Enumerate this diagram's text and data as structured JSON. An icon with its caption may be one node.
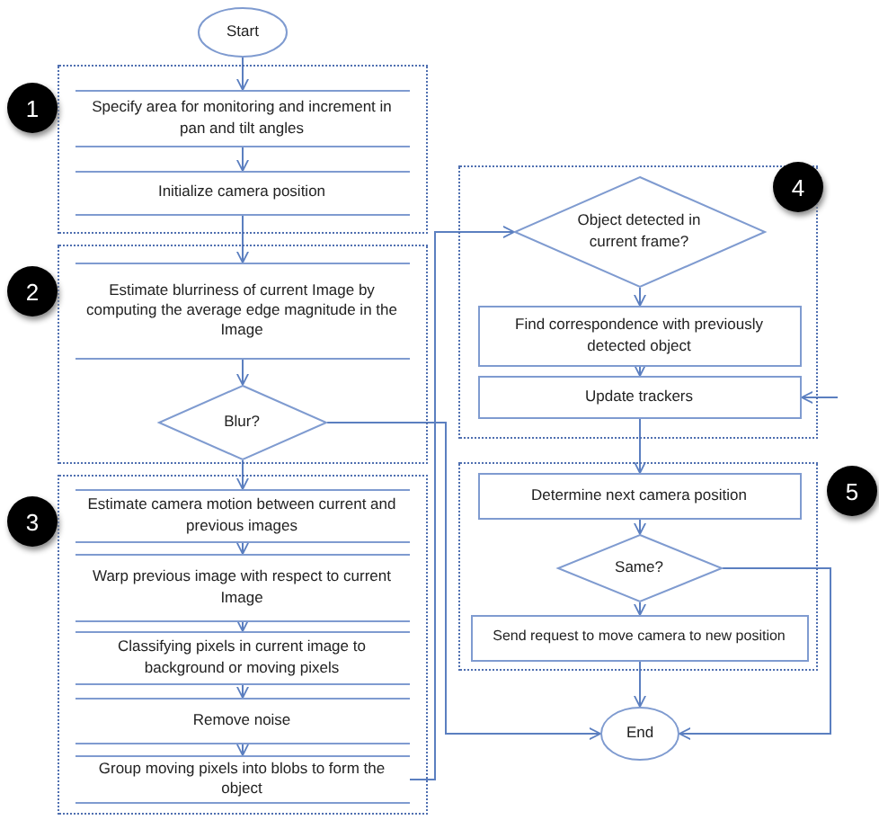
{
  "diagram": {
    "nodes": [
      {
        "text": [
          "Start"
        ]
      },
      {
        "text": [],
        "shape": "box"
      },
      {
        "text": [
          "Specify area for monitoring and increment in pan and tilt angles"
        ],
        "in": 1
      },
      {
        "text": [
          "Initialize camera position"
        ],
        "in": 1
      },
      {
        "text": [],
        "shape": "box"
      },
      {
        "text": [
          "Estimate blurriness of current Image by computing the average edge magnitude in the Image"
        ],
        "in": 4
      },
      {
        "text": [
          "Blur?"
        ],
        "in": 4
      },
      {
        "text": [],
        "shape": "box"
      },
      {
        "text": [
          "Estimate camera motion between current and previous images"
        ],
        "in": 7
      },
      {
        "text": [
          "Warp previous image with respect to current Image"
        ],
        "in": 7
      },
      {
        "text": [
          "Classifying pixels in current image to background or moving pixels"
        ],
        "in": 7
      },
      {
        "text": [
          "Remove noise"
        ],
        "in": 7
      },
      {
        "text": [
          "Group moving pixels into blobs to form the object"
        ],
        "in": 7
      },
      {
        "text": [],
        "shape": "box"
      },
      {
        "text": [
          "Object detected in current frame?"
        ],
        "in": 13
      },
      {
        "text": [
          "Find correspondence with previously detected object"
        ],
        "in": 13
      },
      {
        "text": [
          "Update trackers"
        ],
        "in": 13
      },
      {
        "text": [],
        "shape": "box"
      },
      {
        "text": [
          "Determine next camera position"
        ],
        "in": 17
      },
      {
        "text": [
          "Same?"
        ],
        "in": 17
      },
      {
        "text": [
          "Send request to move camera to new position"
        ],
        "in": 17
      },
      {
        "text": [
          "End"
        ]
      }
    ],
    "edges": [
      {
        "from": 0,
        "to": 2,
        "arrow": "to"
      },
      {
        "from": 2,
        "to": 3,
        "arrow": "to"
      },
      {
        "from": 3,
        "to": 5,
        "arrow": "to"
      },
      {
        "from": 5,
        "to": 6,
        "arrow": "to"
      },
      {
        "from": 6,
        "to": 8,
        "arrow": "to"
      },
      {
        "from": 8,
        "to": 9,
        "arrow": "to"
      },
      {
        "from": 9,
        "to": 10,
        "arrow": "to"
      },
      {
        "from": 10,
        "to": 11,
        "arrow": "to"
      },
      {
        "from": 11,
        "to": 12,
        "arrow": "to"
      },
      {
        "from": 12,
        "to": 14,
        "arrow": "to"
      },
      {
        "from": 14,
        "to": 15,
        "arrow": "to"
      },
      {
        "from": 15,
        "to": 16,
        "arrow": "to"
      },
      {
        "from": null,
        "to": 16,
        "arrow": "to"
      },
      {
        "from": 16,
        "to": 18,
        "arrow": "to"
      },
      {
        "from": 18,
        "to": 19,
        "arrow": "to"
      },
      {
        "from": 19,
        "to": 20,
        "arrow": "to"
      },
      {
        "from": 20,
        "to": 21,
        "arrow": "to"
      },
      {
        "from": 19,
        "to": 21,
        "arrow": "to"
      },
      {
        "from": 6,
        "to": 21,
        "arrow": "to"
      }
    ],
    "labels": [
      "1",
      "2",
      "3",
      "4",
      "5"
    ]
  }
}
